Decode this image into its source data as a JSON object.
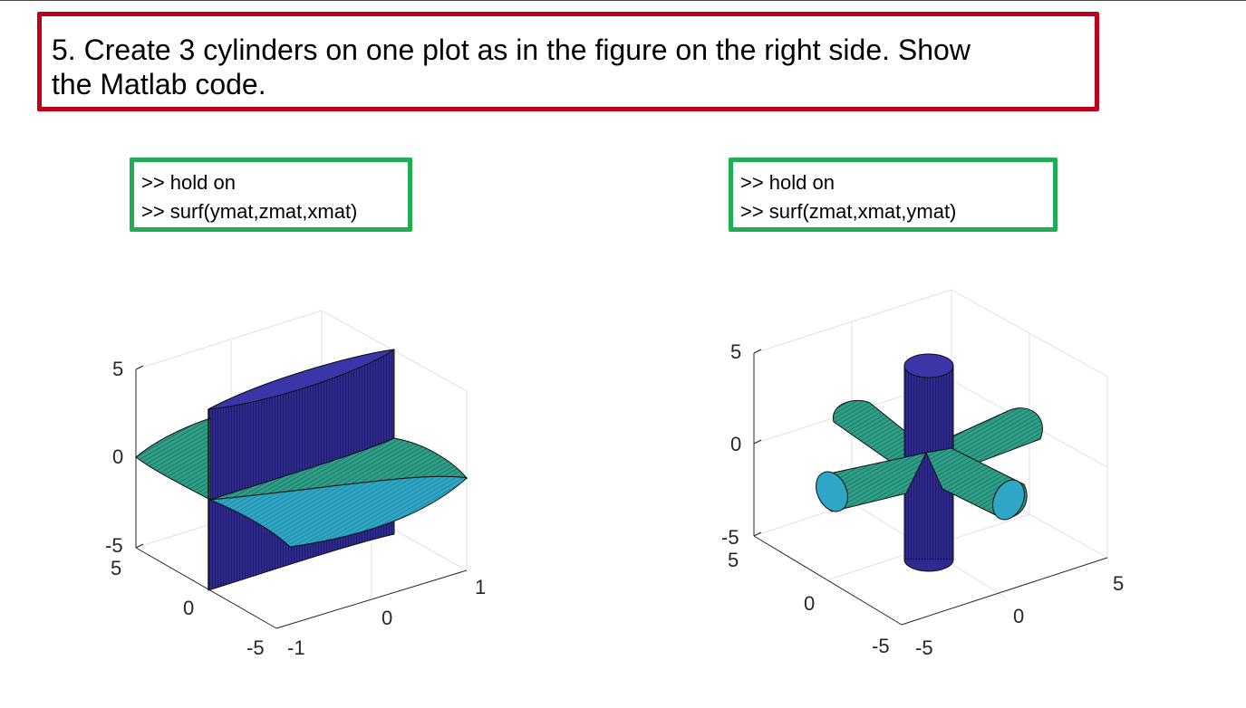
{
  "question": {
    "line1": "5. Create 3 cylinders on one plot as in the figure on the right side.  Show",
    "line2": "the Matlab code."
  },
  "code_left": {
    "line1": ">> hold on",
    "line2": ">> surf(ymat,zmat,xmat)"
  },
  "code_right": {
    "line1": ">> hold on",
    "line2": ">> surf(zmat,xmat,ymat)"
  },
  "plot_left": {
    "z_ticks": [
      "5",
      "0",
      "-5"
    ],
    "y_ticks": [
      "5",
      "0",
      "-5"
    ],
    "x_ticks": [
      "-1",
      "0",
      "1"
    ]
  },
  "plot_right": {
    "z_ticks": [
      "5",
      "0",
      "-5"
    ],
    "y_ticks": [
      "5",
      "0",
      "-5"
    ],
    "x_ticks": [
      "-5",
      "0",
      "5"
    ]
  },
  "colors": {
    "question_border": "#c0001b",
    "code_border": "#1fae54",
    "cylinder_dark": "#2e2a8f",
    "cylinder_green": "#2f9f86",
    "cylinder_cyan": "#2fa6c6"
  }
}
